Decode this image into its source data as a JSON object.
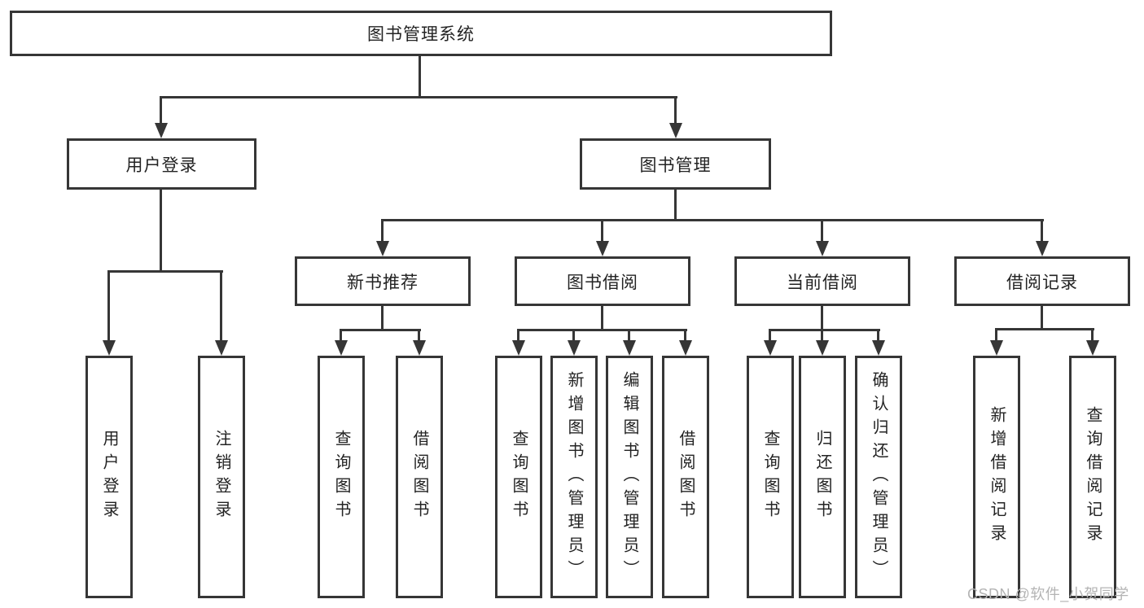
{
  "diagram": {
    "root": {
      "label": "图书管理系统"
    },
    "level2": [
      {
        "label": "用户登录"
      },
      {
        "label": "图书管理"
      }
    ],
    "level3": [
      {
        "label": "新书推荐"
      },
      {
        "label": "图书借阅"
      },
      {
        "label": "当前借阅"
      },
      {
        "label": "借阅记录"
      }
    ],
    "leaf_groups": [
      {
        "parent": "用户登录",
        "items": [
          "用户登录",
          "注销登录"
        ]
      },
      {
        "parent": "新书推荐",
        "items": [
          "查询图书",
          "借阅图书"
        ]
      },
      {
        "parent": "图书借阅",
        "items": [
          "查询图书",
          "新增图书（管理员）",
          "编辑图书（管理员）",
          "借阅图书"
        ]
      },
      {
        "parent": "当前借阅",
        "items": [
          "查询图书",
          "归还图书",
          "确认归还（管理员）"
        ]
      },
      {
        "parent": "借阅记录",
        "items": [
          "新增借阅记录",
          "查询借阅记录"
        ]
      }
    ]
  },
  "colors": {
    "line": "#363636",
    "box_border": "#363636",
    "text": "#232323",
    "watermark": "#b4b4b4",
    "background": "#ffffff"
  },
  "watermark": {
    "text": "CSDN @软件_小贺同学"
  }
}
